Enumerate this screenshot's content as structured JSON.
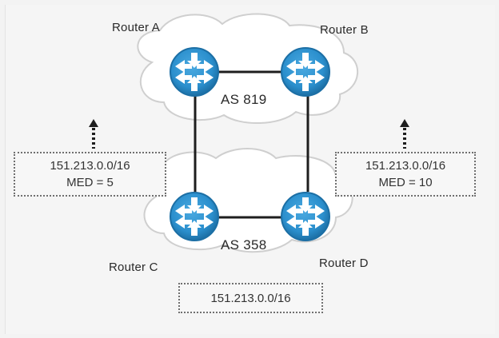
{
  "routers": {
    "a": {
      "label": "Router A",
      "icon": "router-icon"
    },
    "b": {
      "label": "Router B",
      "icon": "router-icon"
    },
    "c": {
      "label": "Router C",
      "icon": "router-icon"
    },
    "d": {
      "label": "Router D",
      "icon": "router-icon"
    }
  },
  "autonomous_systems": {
    "top": {
      "label": "AS 819"
    },
    "bottom": {
      "label": "AS 358"
    }
  },
  "advertisements": {
    "left": {
      "prefix": "151.213.0.0/16",
      "med": "MED = 5"
    },
    "right": {
      "prefix": "151.213.0.0/16",
      "med": "MED = 10"
    },
    "bottom": {
      "prefix": "151.213.0.0/16"
    }
  },
  "colors": {
    "router_fill": "#2b8fcd",
    "router_rim": "#1c6fa5",
    "link": "#1e1e1e",
    "cloud_fill": "#ffffff",
    "cloud_outline": "#cfcfcf"
  }
}
